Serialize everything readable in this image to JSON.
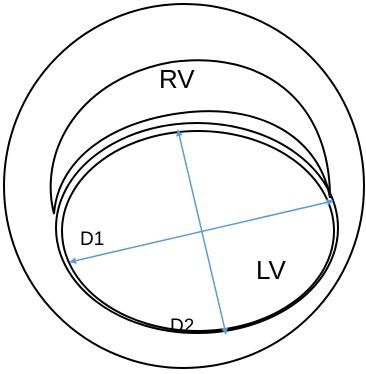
{
  "labels": {
    "rv": "RV",
    "lv": "LV",
    "d1": "D1",
    "d2": "D2"
  },
  "colors": {
    "outline": "#000000",
    "arrow": "#5b9bd5",
    "background": "#ffffff"
  }
}
